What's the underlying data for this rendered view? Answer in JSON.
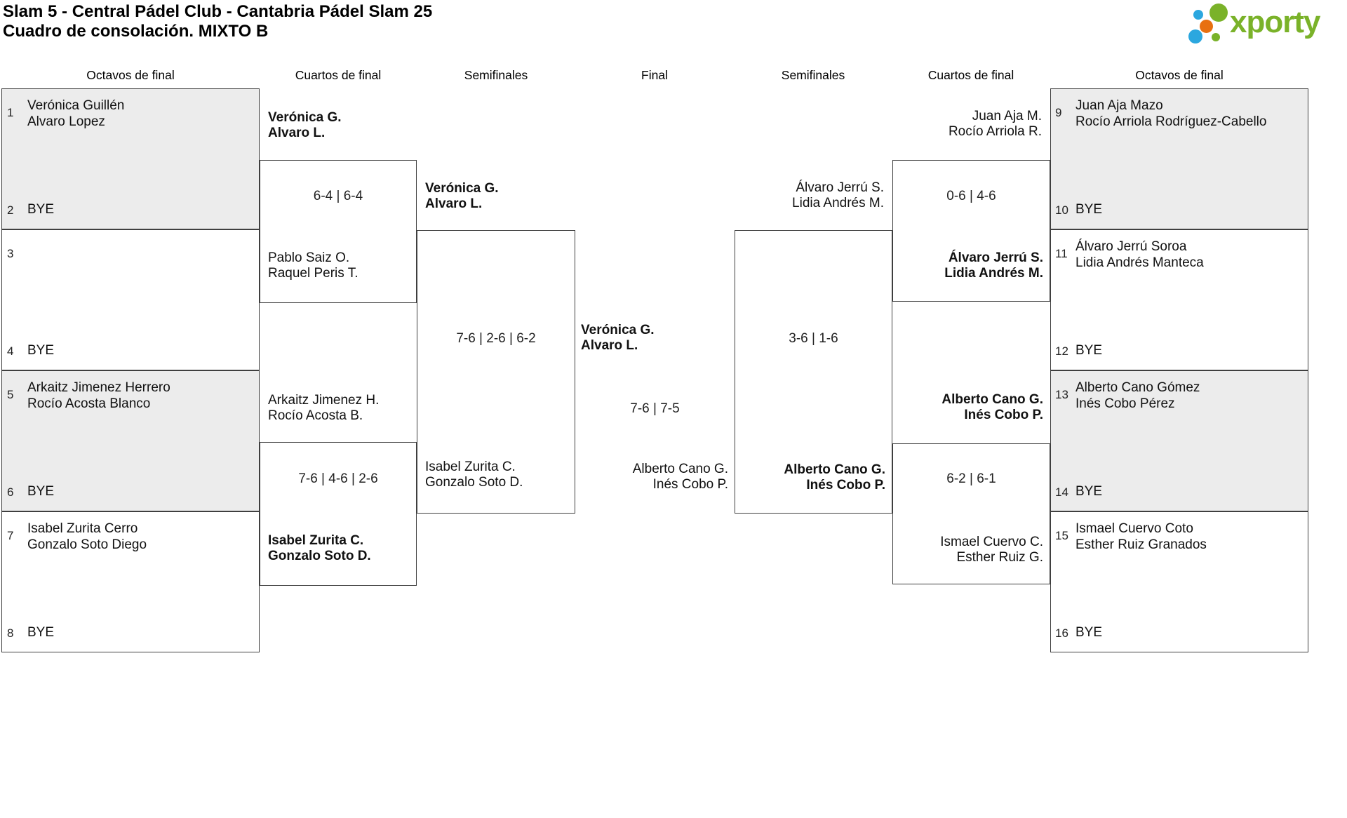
{
  "title": {
    "line1": "Slam 5 - Central Pádel Club - Cantabria Pádel Slam 25",
    "line2": "Cuadro de consolación. MIXTO B"
  },
  "logo": {
    "brand": "xporty"
  },
  "colors": {
    "box_fill": "#ececec",
    "line": "#3f3f3f",
    "logo_green": "#7ab229",
    "logo_blue": "#2ba7df",
    "logo_orange": "#e87010"
  },
  "headers": {
    "r16_left": "Octavos de final",
    "qf_left": "Cuartos de final",
    "sf_left": "Semifinales",
    "final": "Final",
    "sf_right": "Semifinales",
    "qf_right": "Cuartos de final",
    "r16_right": "Octavos de final"
  },
  "slots": {
    "s1": {
      "n": "1",
      "p1": "Verónica Guillén",
      "p2": "Alvaro Lopez"
    },
    "s2": {
      "n": "2",
      "bye": "BYE"
    },
    "s3": {
      "n": "3"
    },
    "s4": {
      "n": "4",
      "bye": "BYE"
    },
    "s5": {
      "n": "5",
      "p1": "Arkaitz Jimenez Herrero",
      "p2": "Rocío Acosta Blanco"
    },
    "s6": {
      "n": "6",
      "bye": "BYE"
    },
    "s7": {
      "n": "7",
      "p1": "Isabel Zurita Cerro",
      "p2": "Gonzalo Soto Diego"
    },
    "s8": {
      "n": "8",
      "bye": "BYE"
    },
    "s9": {
      "n": "9",
      "p1": "Juan Aja Mazo",
      "p2": "Rocío Arriola Rodríguez-Cabello"
    },
    "s10": {
      "n": "10",
      "bye": "BYE"
    },
    "s11": {
      "n": "11",
      "p1": "Álvaro Jerrú Soroa",
      "p2": "Lidia Andrés Manteca"
    },
    "s12": {
      "n": "12",
      "bye": "BYE"
    },
    "s13": {
      "n": "13",
      "p1": "Alberto Cano Gómez",
      "p2": "Inés Cobo Pérez"
    },
    "s14": {
      "n": "14",
      "bye": "BYE"
    },
    "s15": {
      "n": "15",
      "p1": "Ismael Cuervo Coto",
      "p2": "Esther Ruiz Granados"
    },
    "s16": {
      "n": "16",
      "bye": "BYE"
    }
  },
  "matches": {
    "qf_left_1": {
      "score": "6-4 | 6-4",
      "t1p1": "Verónica G.",
      "t1p2": "Alvaro L.",
      "t2p1": "Pablo Saiz O.",
      "t2p2": "Raquel Peris T."
    },
    "qf_left_2": {
      "score": "7-6 | 4-6 | 2-6",
      "t1p1": "Arkaitz Jimenez H.",
      "t1p2": "Rocío Acosta B.",
      "t2p1": "Isabel Zurita C.",
      "t2p2": "Gonzalo Soto D."
    },
    "sf_left": {
      "score": "7-6 | 2-6 | 6-2",
      "t1p1": "Verónica G.",
      "t1p2": "Alvaro L.",
      "t2p1": "Isabel Zurita C.",
      "t2p2": "Gonzalo Soto D."
    },
    "final": {
      "score": "7-6 | 7-5",
      "t1p1": "Verónica G.",
      "t1p2": "Alvaro L.",
      "t2p1": "Alberto Cano G.",
      "t2p2": "Inés Cobo P."
    },
    "sf_right": {
      "score": "3-6 | 1-6",
      "t1p1": "Álvaro Jerrú S.",
      "t1p2": "Lidia Andrés M.",
      "t2p1": "Alberto Cano G.",
      "t2p2": "Inés Cobo P."
    },
    "qf_right_1": {
      "score": "0-6 | 4-6",
      "t1p1": "Juan Aja M.",
      "t1p2": "Rocío Arriola R.",
      "t2p1": "Álvaro Jerrú S.",
      "t2p2": "Lidia Andrés M."
    },
    "qf_right_2": {
      "score": "6-2 | 6-1",
      "t1p1": "Alberto Cano G.",
      "t1p2": "Inés Cobo P.",
      "t2p1": "Ismael Cuervo C.",
      "t2p2": "Esther Ruiz G."
    }
  }
}
